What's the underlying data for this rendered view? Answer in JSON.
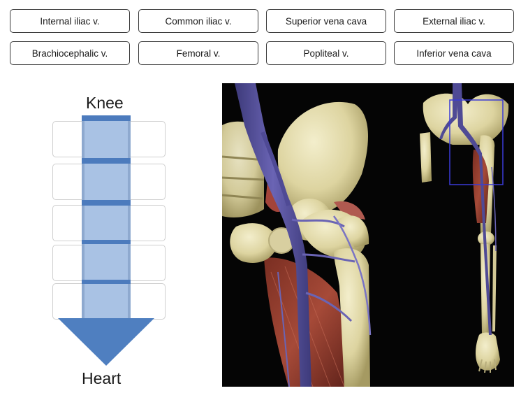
{
  "terms": [
    "Internal iliac v.",
    "Common iliac v.",
    "Superior vena cava",
    "External iliac v.",
    "Brachiocephalic v.",
    "Femoral v.",
    "Popliteal v.",
    "Inferior vena cava"
  ],
  "diagram": {
    "top_label": "Knee",
    "bottom_label": "Heart"
  },
  "colors": {
    "arrow_shaft": "#a9c2e4",
    "arrow_band": "#4c7bbd",
    "arrow_head": "#4f7fc0",
    "vein": "#5a55a0",
    "bone": "#e6dfb0",
    "highlight_box": "#3b3bd6"
  }
}
